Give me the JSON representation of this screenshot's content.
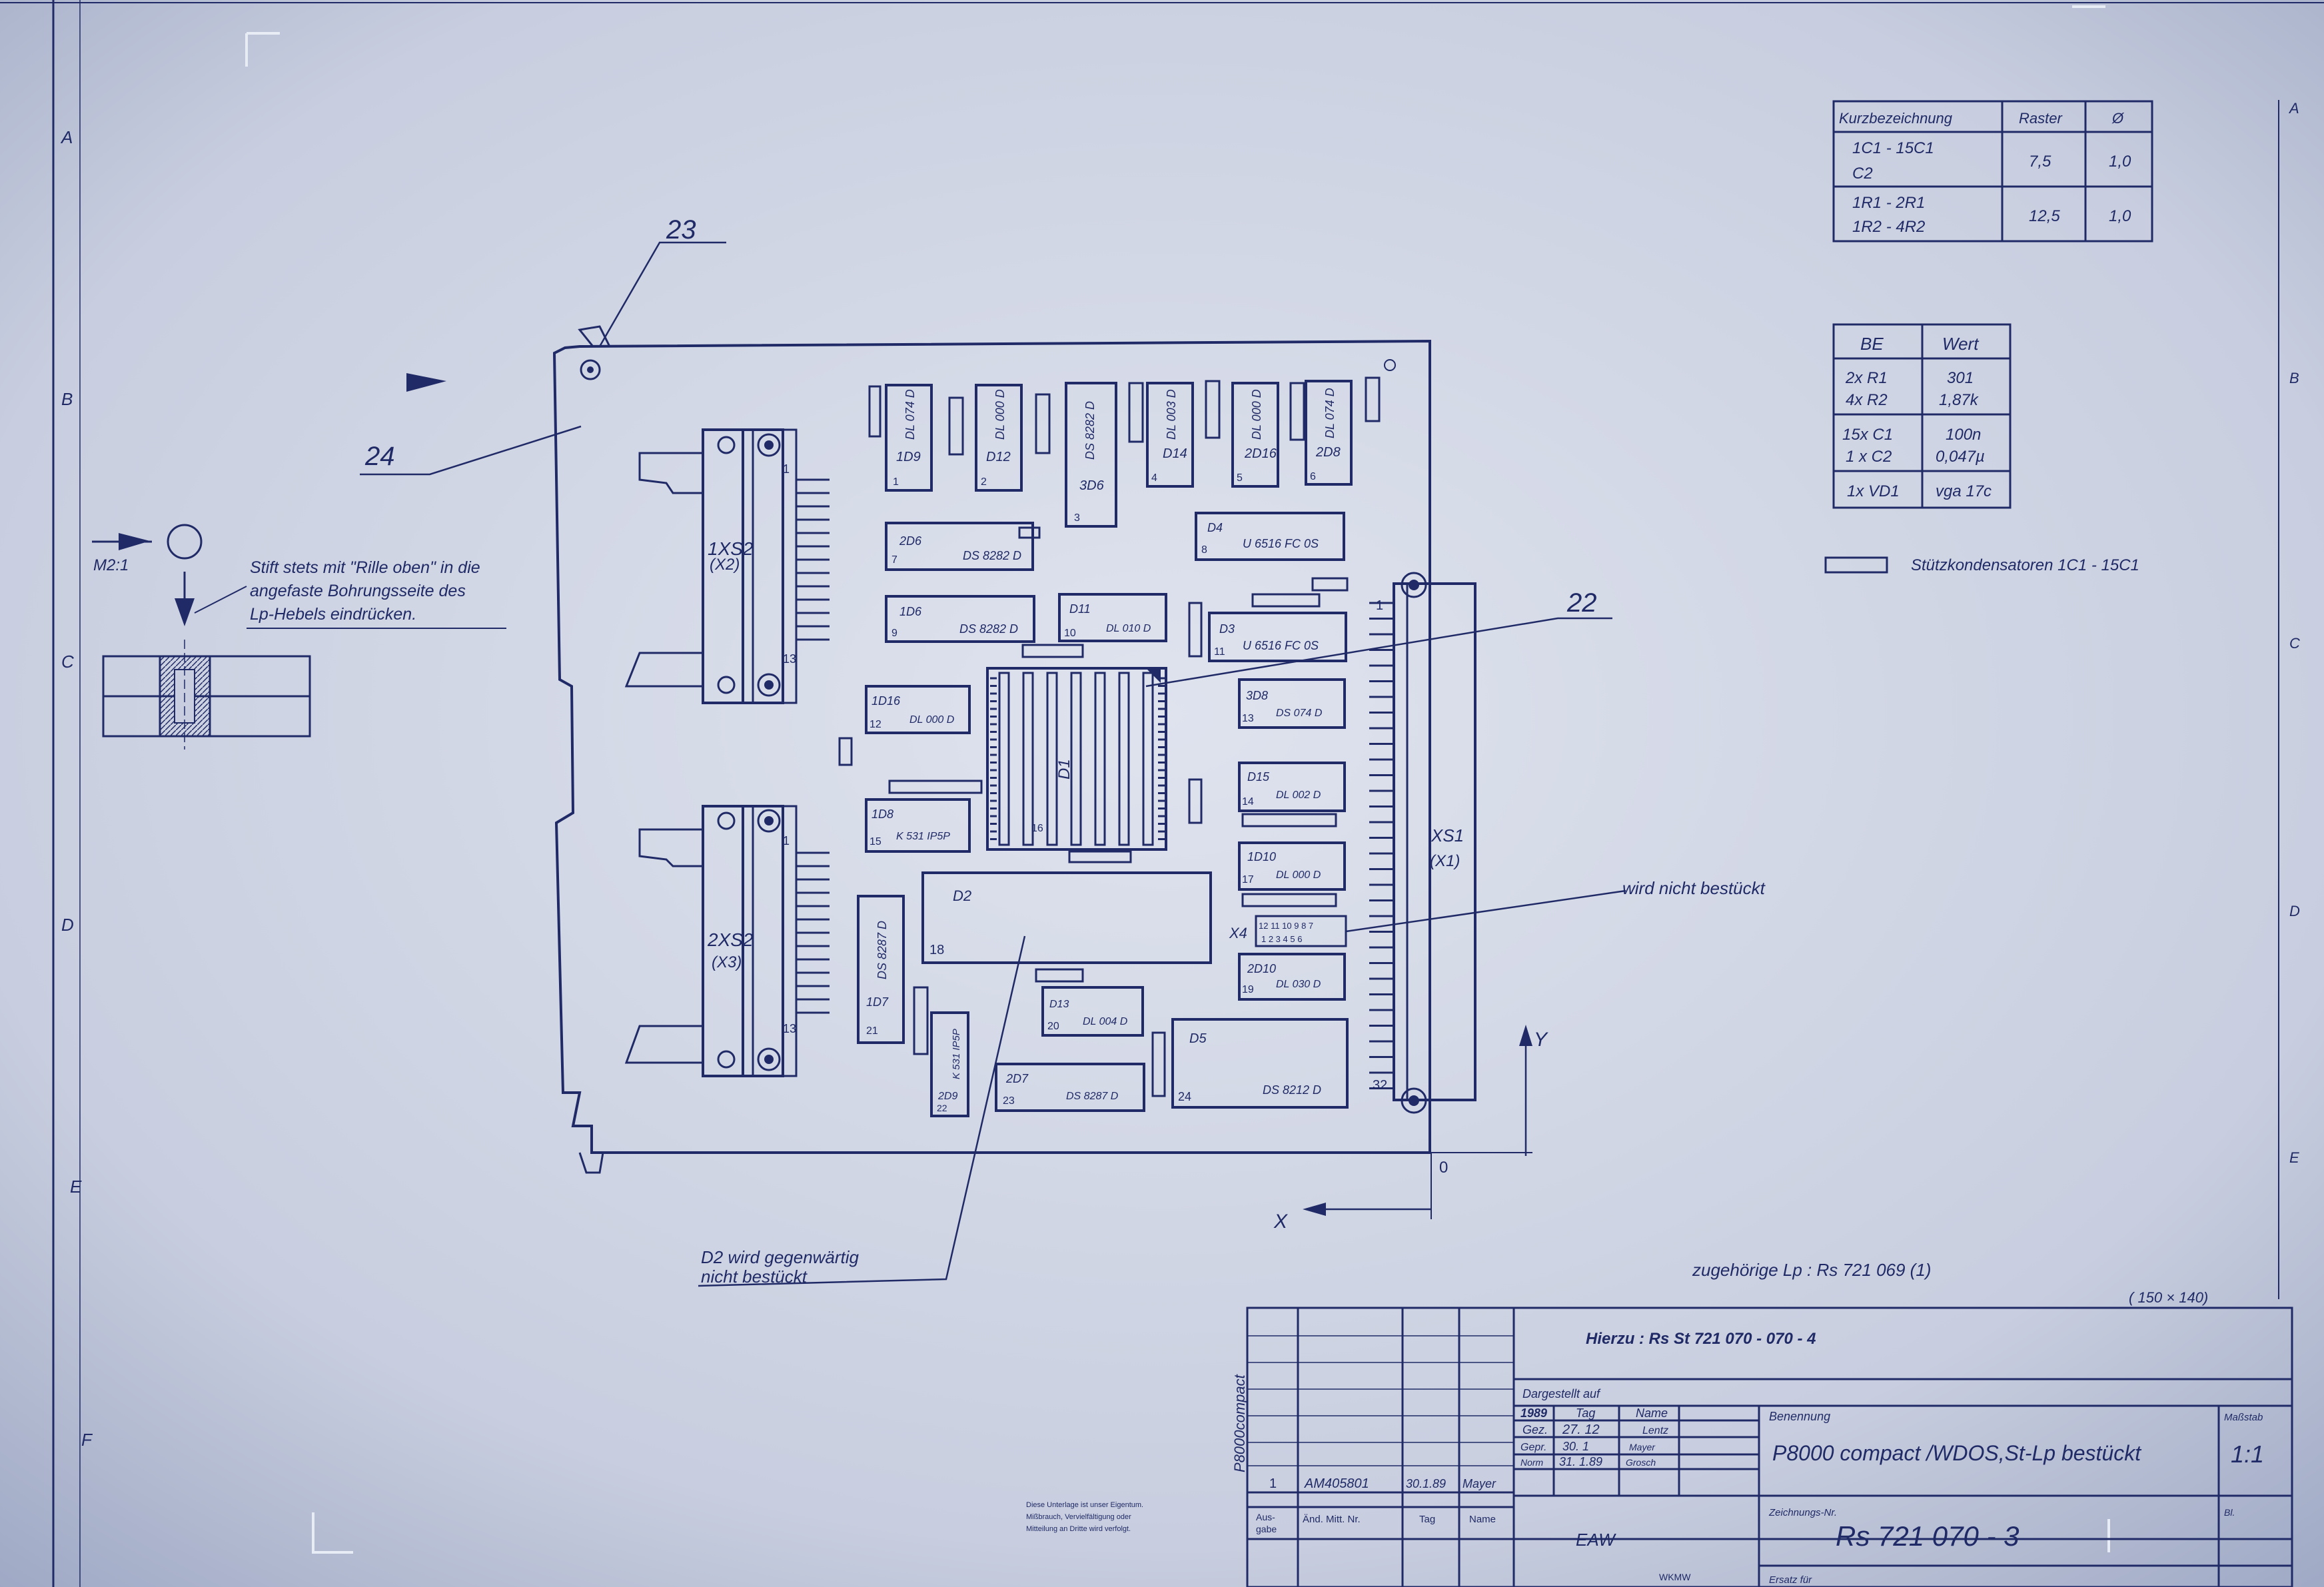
{
  "labels": {
    "ref23": "23",
    "ref24": "24",
    "ref22": "22",
    "scale": "M2:1",
    "pin_note": [
      "Stift stets mit \"Rille oben\" in die",
      "angefaste Bohrungsseite des",
      "Lp-Hebels eindrücken."
    ],
    "d2_note": [
      "D2  wird  gegenwärtig",
      "nicht   bestückt"
    ],
    "wird_nicht": "wird nicht bestückt",
    "x_axis": "X",
    "y_axis": "Y",
    "origin": "0",
    "zugehoerige": "zugehörige Lp  :  Rs 721 069  (1)",
    "board_size": "( 150 × 140)",
    "legend_text": "Stützkondensatoren  1C1 - 15C1",
    "row_letters_left": [
      "A",
      "B",
      "C",
      "D",
      "E",
      "F"
    ],
    "row_letters_right": [
      "A",
      "B",
      "C",
      "D",
      "E"
    ]
  },
  "connectors": {
    "xs1": "XS1",
    "xs1_sub": "(X1)",
    "x4": "X4",
    "x4_top": "12 11 10  9  8  7",
    "x4_bottom": "1  2  3  4  5  6",
    "pin1": "1",
    "pin32": "32",
    "xs2_1": "1XS2",
    "xs2_1_sub": "(X2)",
    "xs2_2": "2XS2",
    "xs2_2_sub": "(X3)",
    "p1a": "1",
    "p13a": "13",
    "p1b": "1",
    "p13b": "13"
  },
  "chips": {
    "c1": {
      "name": "1D9",
      "part": "DL 074 D",
      "pin": "1"
    },
    "c2": {
      "name": "D12",
      "part": "DL 000 D",
      "pin": "2"
    },
    "c3": {
      "name": "3D6",
      "part": "DS 8282 D",
      "pin": "3"
    },
    "c4": {
      "name": "D14",
      "part": "DL 003 D",
      "pin": "4"
    },
    "c5": {
      "name": "2D16",
      "part": "DL 000 D",
      "pin": "5"
    },
    "c6": {
      "name": "2D8",
      "part": "DL 074 D",
      "pin": "6"
    },
    "c7": {
      "name": "2D6",
      "part": "DS 8282 D",
      "pin": "7"
    },
    "c8": {
      "name": "D4",
      "part": "U 6516 FC 0S",
      "pin": "8"
    },
    "c9": {
      "name": "1D6",
      "part": "DS 8282 D",
      "pin": "9"
    },
    "c10": {
      "name": "D11",
      "part": "DL 010 D",
      "pin": "10"
    },
    "c11": {
      "name": "D3",
      "part": "U 6516 FC 0S",
      "pin": "11"
    },
    "c12": {
      "name": "1D16",
      "part": "DL 000 D",
      "pin": "12"
    },
    "c13": {
      "name": "3D8",
      "part": "DS 074 D",
      "pin": "13"
    },
    "c14": {
      "name": "D15",
      "part": "DL 002 D",
      "pin": "14"
    },
    "c15": {
      "name": "1D8",
      "part": "K 531 IP5P",
      "pin": "15"
    },
    "c16": {
      "name": "D1",
      "part": "",
      "pin": "16"
    },
    "c17": {
      "name": "1D10",
      "part": "DL 000 D",
      "pin": "17"
    },
    "c18": {
      "name": "D2",
      "part": "",
      "pin": "18"
    },
    "c19": {
      "name": "2D10",
      "part": "DL 030 D",
      "pin": "19"
    },
    "c20": {
      "name": "D13",
      "part": "DL 004 D",
      "pin": "20"
    },
    "c21": {
      "name": "1D7",
      "part": "DS 8287 D",
      "pin": "21"
    },
    "c22": {
      "name": "2D9",
      "part": "K 531 IP5P",
      "pin": "22"
    },
    "c23": {
      "name": "2D7",
      "part": "DS 8287 D",
      "pin": "23"
    },
    "c24": {
      "name": "D5",
      "part": "DS 8212 D",
      "pin": "24"
    }
  },
  "raster_table": {
    "headers": [
      "Kurzbezeichnung",
      "Raster",
      "Ø"
    ],
    "rows": [
      {
        "a": "1C1  -  15C1",
        "b": "C2",
        "raster": "7,5",
        "dia": "1,0"
      },
      {
        "a": "1R1  -  2R1",
        "b": "1R2  -  4R2",
        "raster": "12,5",
        "dia": "1,0"
      }
    ]
  },
  "value_table": {
    "headers": [
      "BE",
      "Wert"
    ],
    "rows": [
      {
        "be": [
          "2x R1",
          "4x R2"
        ],
        "wert": [
          "301",
          "1,87k"
        ]
      },
      {
        "be": [
          "15x C1",
          "1 x C2"
        ],
        "wert": [
          "100n",
          "0,047µ"
        ]
      },
      {
        "be": [
          "1x VD1"
        ],
        "wert": [
          "vga 17c"
        ]
      }
    ]
  },
  "title_block": {
    "hierzu": "Hierzu :  Rs  St  721  070 - 070 - 4",
    "dargestellt": "Dargestellt auf",
    "year": "1989",
    "tag": "Tag",
    "name": "Name",
    "gez": "Gez.",
    "gez_tag": "27. 12",
    "gez_name": "Lentz",
    "gepr": "Gepr.",
    "gepr_tag": "30. 1",
    "gepr_name": "Mayer",
    "norm": "Norm",
    "norm_tag": "31. 1.89",
    "norm_name": "Grosch",
    "benennung": "Benennung",
    "title": "P8000 compact /WDOS,St-Lp bestückt",
    "massstab_label": "Maßstab",
    "massstab": "1:1",
    "zeichnung_label": "Zeichnungs-Nr.",
    "number": "Rs  721  070 - 3",
    "ersatz": "Ersatz für",
    "company": "EAW",
    "wkmw": "WKMW",
    "side_label": "P8000compact",
    "rev_1": "1",
    "rev_change": "AM405801",
    "rev_date": "30.1.89",
    "rev_name": "Mayer",
    "col_ausgabe": [
      "Aus-",
      "gabe"
    ],
    "col_aend": "Änd. Mitt. Nr.",
    "col_tag": "Tag",
    "col_name": "Name",
    "blatt": "Bl.",
    "copyright": [
      "Diese Unterlage ist unser Eigentum.",
      "Mißbrauch, Vervielfältigung oder",
      "Mitteilung an Dritte wird verfolgt."
    ]
  }
}
